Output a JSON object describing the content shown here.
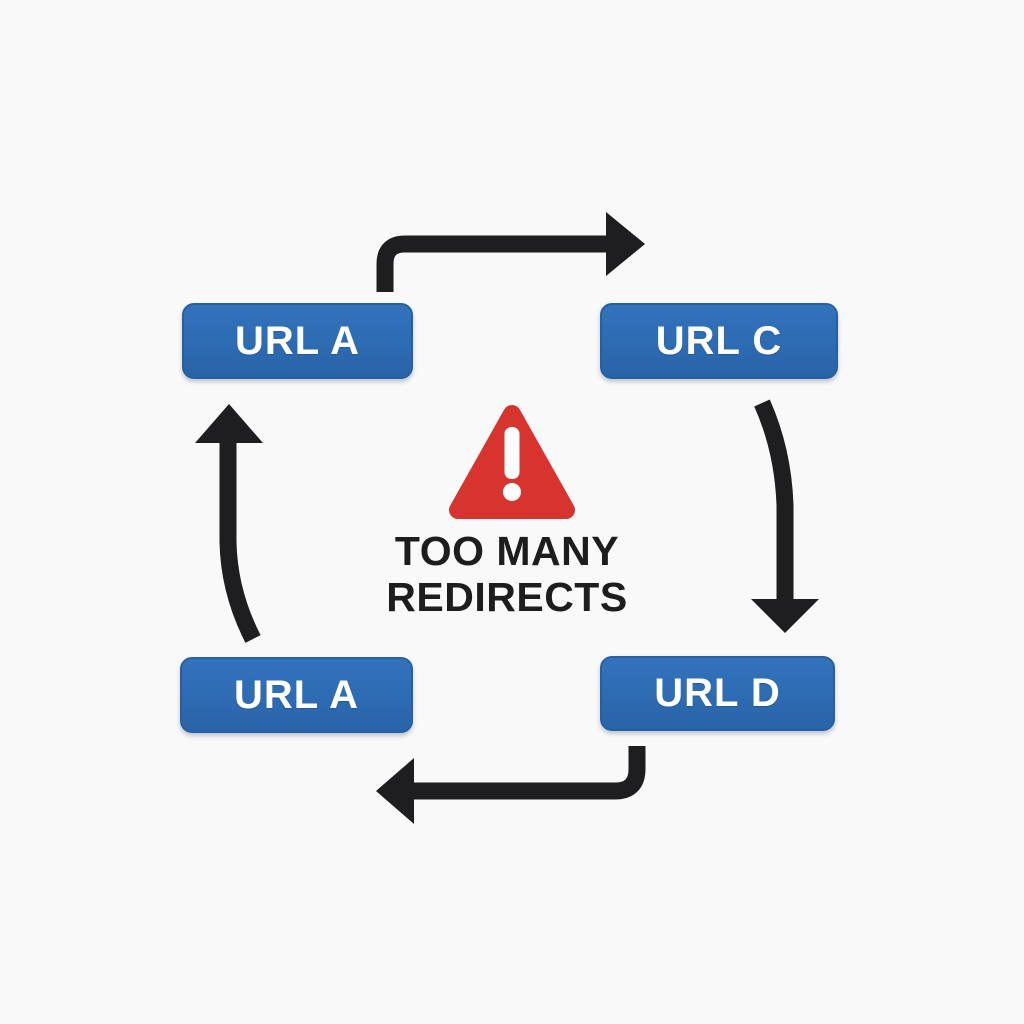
{
  "diagram": {
    "type": "redirect-loop-flowchart",
    "background": "#f9f9fa",
    "warning": {
      "icon": "warning-triangle-icon",
      "line1": "TOO MANY",
      "line2": "REDIRECTS",
      "triangle_color": "#d8342f",
      "exclamation_color": "#ffffff",
      "text_color": "#1d1d1d"
    },
    "nodes": [
      {
        "position": "top-left",
        "label": "URL A"
      },
      {
        "position": "top-right",
        "label": "URL C"
      },
      {
        "position": "bottom-left",
        "label": "URL A"
      },
      {
        "position": "bottom-right",
        "label": "URL D"
      }
    ],
    "edges": [
      {
        "from": "URL A (top-left)",
        "to": "URL C (top-right)",
        "direction": "right"
      },
      {
        "from": "URL C (top-right)",
        "to": "URL D (bottom-right)",
        "direction": "down"
      },
      {
        "from": "URL D (bottom-right)",
        "to": "URL A (bottom-left)",
        "direction": "left"
      },
      {
        "from": "URL A (bottom-left)",
        "to": "URL A (top-left)",
        "direction": "up"
      }
    ],
    "colors": {
      "node_fill": "#2d6bb2",
      "node_border": "#275fa0",
      "node_text": "#ffffff",
      "arrow": "#1e1e20"
    }
  }
}
